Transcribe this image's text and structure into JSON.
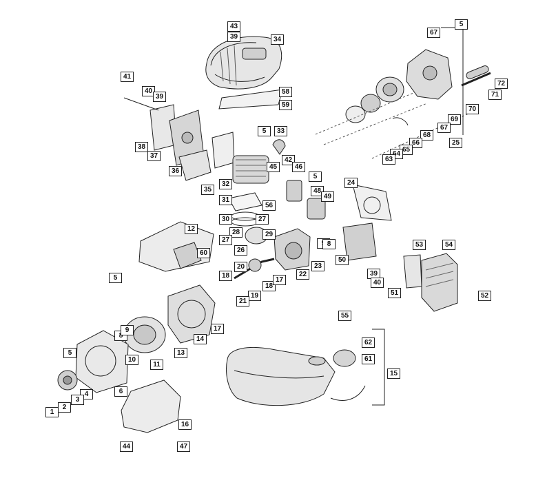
{
  "callouts": {
    "c43": "43",
    "c39a": "39",
    "c34": "34",
    "c67a": "67",
    "c5a": "5",
    "c72": "72",
    "c71": "71",
    "c70": "70",
    "c69": "69",
    "c67b": "67",
    "c68": "68",
    "c25": "25",
    "c66": "66",
    "c65": "65",
    "c64": "64",
    "c63": "63",
    "c41": "41",
    "c40a": "40",
    "c39b": "39",
    "c58": "58",
    "c59": "59",
    "c38": "38",
    "c37": "37",
    "c36": "36",
    "c35": "35",
    "c33": "33",
    "c5b": "5",
    "c42": "42",
    "c45": "45",
    "c46": "46",
    "c5c": "5",
    "c32": "32",
    "c24": "24",
    "c31": "31",
    "c56": "56",
    "c48": "48",
    "c49": "49",
    "c30": "30",
    "c27a": "27",
    "c28": "28",
    "c29": "29",
    "c12": "12",
    "c27b": "27",
    "c26": "26",
    "c9a": "9",
    "c8a": "8",
    "c60": "60",
    "c53": "53",
    "c54": "54",
    "c50": "50",
    "c39c": "39",
    "c40b": "40",
    "c51": "51",
    "c18a": "18",
    "c20": "20",
    "c18b": "18",
    "c17a": "17",
    "c22": "22",
    "c23": "23",
    "c19": "19",
    "c21": "21",
    "c5d": "5",
    "c52": "52",
    "c17b": "17",
    "c14": "14",
    "c13": "13",
    "c55": "55",
    "c8b": "8",
    "c9b": "9",
    "c10": "10",
    "c11": "11",
    "c5e": "5",
    "c62": "62",
    "c61": "61",
    "c15": "15",
    "c4": "4",
    "c3": "3",
    "c6": "6",
    "c1": "1",
    "c2": "2",
    "c16": "16",
    "c44": "44",
    "c47": "47"
  }
}
